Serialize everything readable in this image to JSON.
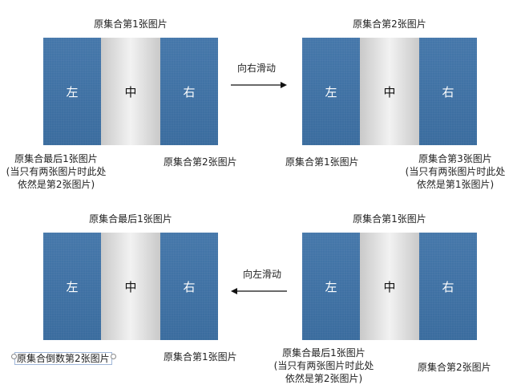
{
  "scenario_right": {
    "before": {
      "title": "原集合第1张图片",
      "slots": {
        "left": "左",
        "center": "中",
        "right": "右"
      },
      "caption_left": [
        "原集合最后1张图片",
        "(当只有两张图片时此处",
        "依然是第2张图片)"
      ],
      "caption_right": "原集合第2张图片"
    },
    "action": "向右滑动",
    "after": {
      "title": "原集合第2张图片",
      "slots": {
        "left": "左",
        "center": "中",
        "right": "右"
      },
      "caption_left": "原集合第1张图片",
      "caption_right": [
        "原集合第3张图片",
        "(当只有两张图片时此处",
        "依然是第1张图片)"
      ]
    }
  },
  "scenario_left": {
    "after": {
      "title": "原集合最后1张图片",
      "slots": {
        "left": "左",
        "center": "中",
        "right": "右"
      },
      "caption_left": "原集合倒数第2张图片",
      "caption_right": "原集合第1张图片"
    },
    "action": "向左滑动",
    "before": {
      "title": "原集合第1张图片",
      "slots": {
        "left": "左",
        "center": "中",
        "right": "右"
      },
      "caption_left": [
        "原集合最后1张图片",
        "(当只有两张图片时此处",
        "依然是第2张图片)"
      ],
      "caption_right": "原集合第2张图片"
    }
  },
  "colors": {
    "blue_slot": "#3f73a6",
    "middle_slot": "#e6e6e6",
    "selection": "#9fb6d8"
  }
}
